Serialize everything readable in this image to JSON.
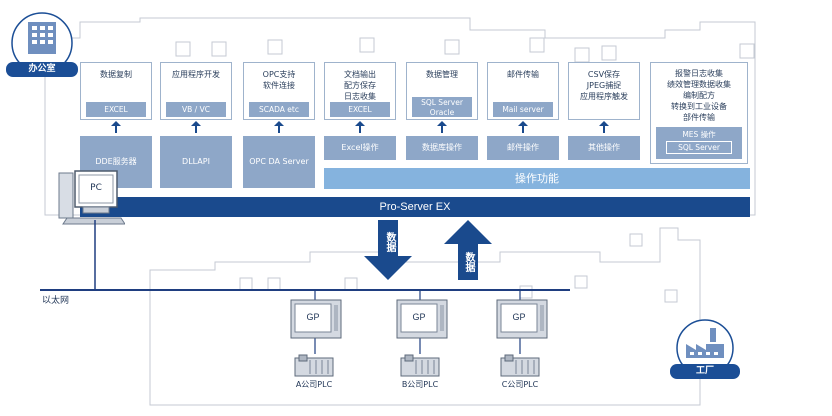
{
  "office": {
    "badge": "办公室"
  },
  "factory": {
    "badge": "工厂"
  },
  "columns": [
    {
      "title": "数据复制",
      "sub": "EXCEL",
      "func": "DDE服务器"
    },
    {
      "title": "应用程序开发",
      "sub": "VB / VC",
      "func": "DLLAPI"
    },
    {
      "title": "OPC支持\n软件连接",
      "sub": "SCADA etc",
      "func": "OPC DA Server"
    },
    {
      "title": "文档输出\n配方保存\n日志收集",
      "sub": "EXCEL",
      "func": "Excel操作"
    },
    {
      "title": "数据管理",
      "sub": "SQL Server\nOracle",
      "func": "数据库操作"
    },
    {
      "title": "邮件传输",
      "sub": "Mail server",
      "func": "邮件操作"
    },
    {
      "title": "CSV保存\nJPEG捕捉\n应用程序触发",
      "sub": "",
      "func": "其他操作"
    }
  ],
  "mes": {
    "title": "报警日志收集\n绩效管理数据收集\n编制配方\n转换到工业设备\n部件传输",
    "sub_label": "MES 操作",
    "sub_value": "SQL Server"
  },
  "operation_bar": "操作功能",
  "pro_server_bar": "Pro-Server EX",
  "pc_label": "PC",
  "data_down": "数据",
  "data_up": "数据",
  "ethernet_label": "以太网",
  "devices": [
    {
      "gp": "GP",
      "plc": "A公司PLC"
    },
    {
      "gp": "GP",
      "plc": "B公司PLC"
    },
    {
      "gp": "GP",
      "plc": "C公司PLC"
    }
  ],
  "colors": {
    "navy": "#1a4a8d",
    "blue_light": "#8ea7c8",
    "op_bar": "#85b3de",
    "badge": "#1b4e96",
    "line": "#1f3e80"
  }
}
